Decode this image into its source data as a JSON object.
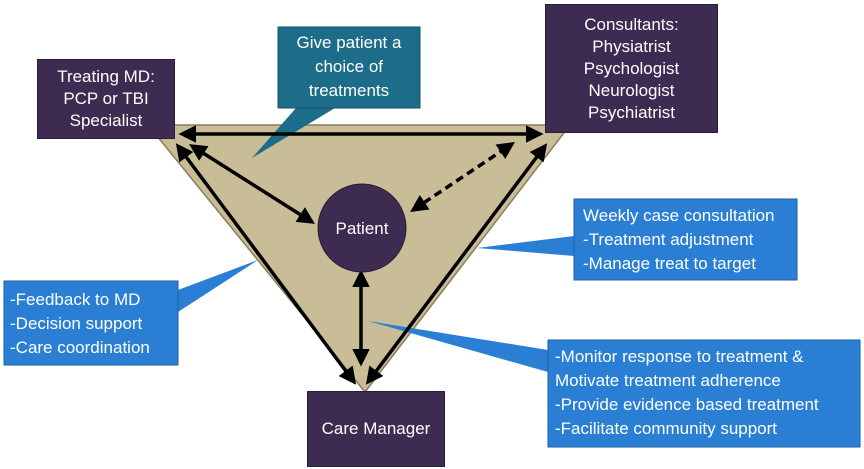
{
  "nodes": {
    "treating_md": {
      "lines": [
        "Treating MD:",
        "PCP or TBI",
        "Specialist"
      ]
    },
    "consultants": {
      "lines": [
        "Consultants:",
        "Physiatrist",
        "Psychologist",
        "Neurologist",
        "Psychiatrist"
      ]
    },
    "patient": {
      "label": "Patient"
    },
    "care_manager": {
      "label": "Care Manager"
    }
  },
  "callouts": {
    "choice": {
      "lines": [
        "Give patient a",
        "choice of",
        "treatments"
      ]
    },
    "weekly": {
      "lines": [
        "Weekly case consultation",
        "-Treatment adjustment",
        "-Manage treat to target"
      ]
    },
    "feedback": {
      "lines": [
        "-Feedback to MD",
        "-Decision support",
        "-Care coordination"
      ]
    },
    "monitor": {
      "lines": [
        "-Monitor response to treatment &",
        "Motivate treatment adherence",
        "-Provide evidence based treatment",
        "-Facilitate community support"
      ]
    }
  },
  "colors": {
    "triangle_fill": "#c8bd96",
    "triangle_stroke": "#8a7f5c",
    "node_purple": "#3d2b52",
    "callout_blue": "#2a7fd4",
    "callout_teal": "#1d6d8a",
    "arrow": "#000000"
  }
}
